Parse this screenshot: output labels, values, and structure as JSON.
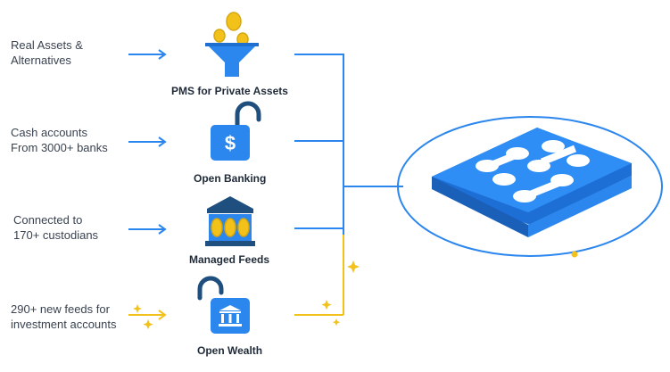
{
  "colors": {
    "primary_blue": "#2b86ee",
    "dark_navy": "#1e4f7e",
    "gold": "#f2c21b",
    "gold_light": "#f7d54f",
    "text": "#3a4351"
  },
  "sources": [
    {
      "lines": [
        "Real Assets &",
        "Alternatives"
      ],
      "arrow": "blue"
    },
    {
      "lines": [
        "Cash accounts",
        "From 3000+ banks"
      ],
      "arrow": "blue"
    },
    {
      "lines": [
        "Connected to",
        "170+ custodians"
      ],
      "arrow": "blue"
    },
    {
      "lines": [
        "290+ new feeds for",
        "investment accounts"
      ],
      "arrow": "gold"
    }
  ],
  "integrations": [
    {
      "label": "PMS for Private Assets",
      "icon": "funnel-coins-icon"
    },
    {
      "label": "Open Banking",
      "icon": "open-padlock-dollar-icon"
    },
    {
      "label": "Managed Feeds",
      "icon": "bank-coins-icon"
    },
    {
      "label": "Open Wealth",
      "icon": "open-padlock-bank-icon"
    }
  ],
  "hub": {
    "icon": "platform-logo-icon"
  }
}
